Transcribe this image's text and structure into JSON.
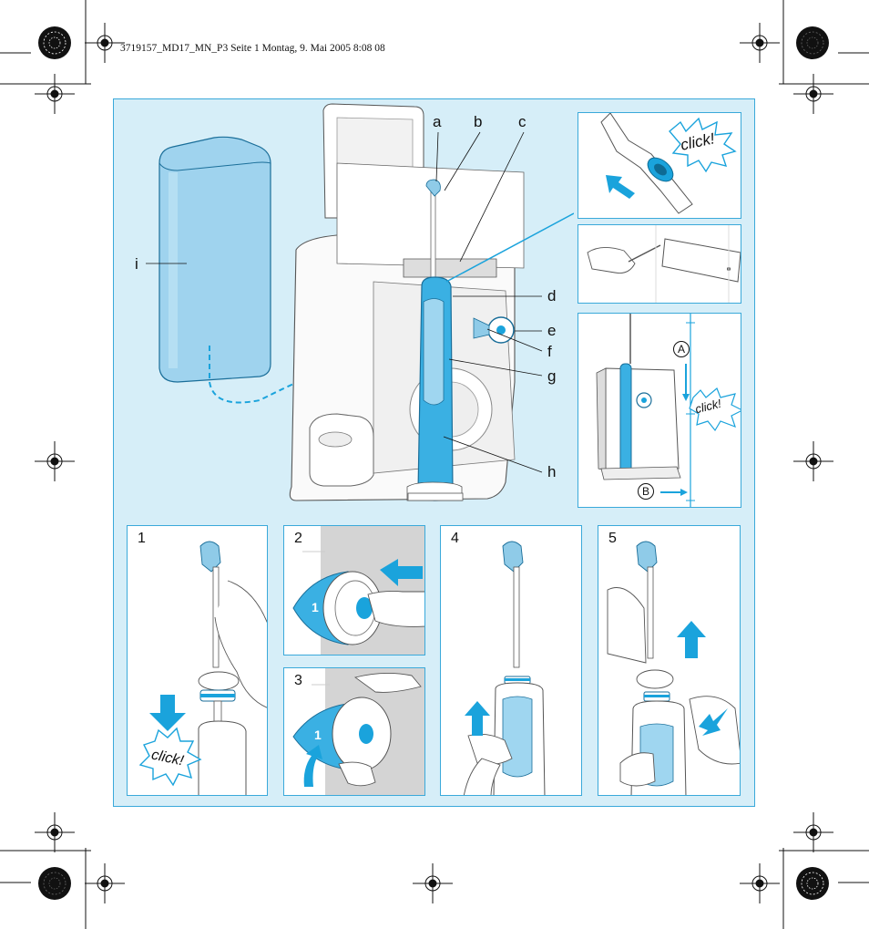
{
  "header": {
    "print_line": "3719157_MD17_MN_P3  Seite 1  Montag, 9. Mai 2005  8:08 08"
  },
  "callouts": {
    "a": "a",
    "b": "b",
    "c": "c",
    "d": "d",
    "e": "e",
    "f": "f",
    "g": "g",
    "h": "h",
    "i": "i"
  },
  "side_panel": {
    "label_a": "A",
    "label_b": "B",
    "click": "click!"
  },
  "top_right_panel": {
    "click": "click!"
  },
  "steps": [
    {
      "number": "1",
      "click": "click!"
    },
    {
      "number": "2",
      "dial": "1"
    },
    {
      "number": "3",
      "dial": "1"
    },
    {
      "number": "4"
    },
    {
      "number": "5"
    }
  ],
  "colors": {
    "accent": "#1aa3dc",
    "panel_bg": "#d6eef8",
    "border": "#3aa9da"
  }
}
